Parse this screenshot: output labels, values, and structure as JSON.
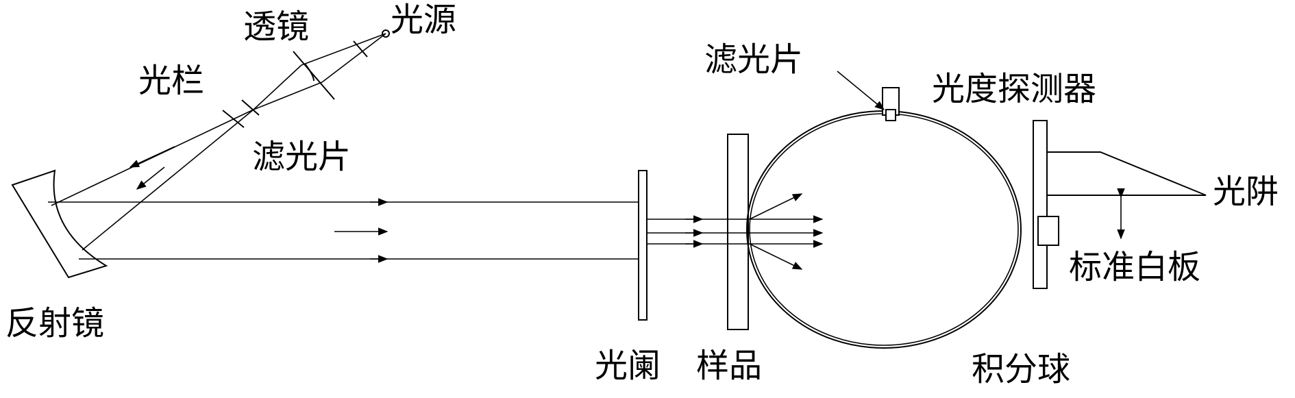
{
  "labels": {
    "light_source": "光源",
    "lens": "透镜",
    "aperture_stop": "光栏",
    "filter_top": "滤光片",
    "mirror": "反射镜",
    "filter_sphere": "滤光片",
    "photometric_detector": "光度探测器",
    "light_trap": "光阱",
    "standard_white_plate": "标准白板",
    "light_gate": "光阑",
    "sample": "样品",
    "integrating_sphere": "积分球"
  }
}
